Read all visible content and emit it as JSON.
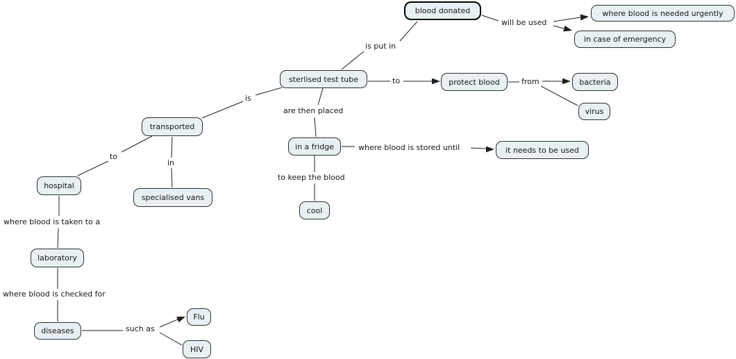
{
  "canvas": {
    "background": "#ffffff",
    "node_fill": "#e8f0f3",
    "node_border": "#2e2e2e",
    "selected_border": "#000000",
    "text_color": "#161616",
    "line_color": "#1f1f1f"
  },
  "nodes": {
    "blood_donated": {
      "label": "blood donated",
      "selected": true
    },
    "where_needed": {
      "label": "where blood is needed urgently"
    },
    "emergency": {
      "label": "in case of emergency"
    },
    "test_tube": {
      "label": "sterlised test tube"
    },
    "protect_blood": {
      "label": "protect blood"
    },
    "bacteria": {
      "label": "bacteria"
    },
    "virus": {
      "label": "virus"
    },
    "transported": {
      "label": "transported"
    },
    "fridge": {
      "label": "in a fridge"
    },
    "it_needs": {
      "label": "it needs to be used"
    },
    "hospital": {
      "label": "hospital"
    },
    "vans": {
      "label": "specialised vans"
    },
    "cool": {
      "label": "cool"
    },
    "laboratory": {
      "label": "laboratory"
    },
    "diseases": {
      "label": "diseases"
    },
    "flu": {
      "label": "Flu"
    },
    "hiv": {
      "label": "HIV"
    }
  },
  "edge_labels": {
    "is_put_in": {
      "text": "is put in"
    },
    "will_be_used": {
      "text": "will be used"
    },
    "to_protect": {
      "text": "to"
    },
    "from": {
      "text": "from"
    },
    "is": {
      "text": "is"
    },
    "are_then_placed": {
      "text": "are then placed"
    },
    "where_stored": {
      "text": "where blood is stored until"
    },
    "to_keep": {
      "text": "to keep the blood"
    },
    "to_hospital": {
      "text": "to"
    },
    "in_vans": {
      "text": "in"
    },
    "where_taken": {
      "text": "where blood is taken to a"
    },
    "where_checked": {
      "text": "where blood is checked for"
    },
    "such_as": {
      "text": "such as"
    }
  }
}
